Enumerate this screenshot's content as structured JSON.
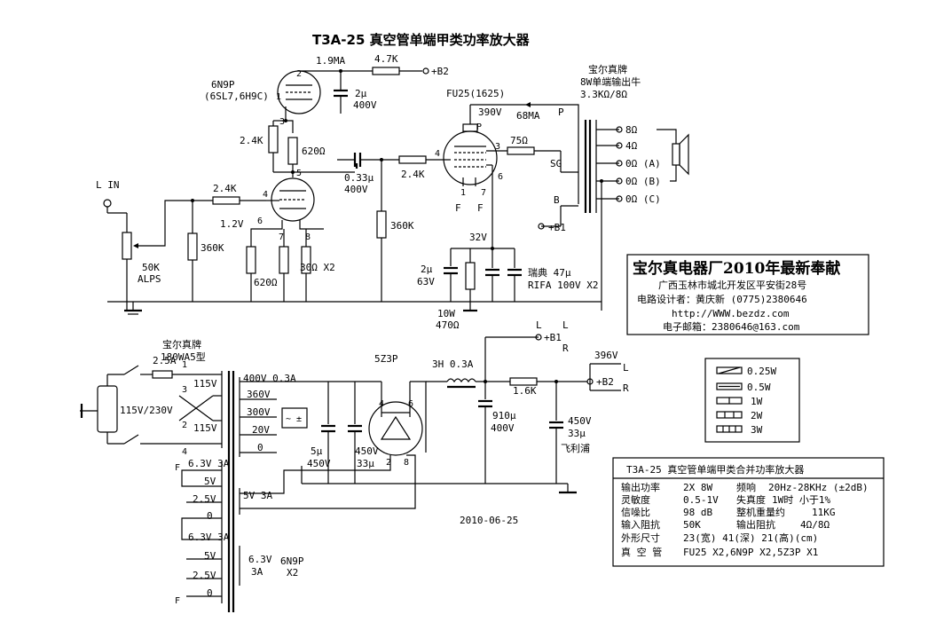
{
  "title": "T3A-25 真空管单端甲类功率放大器",
  "input": {
    "label": "L IN",
    "pot": "50K",
    "pot_type": "ALPS",
    "series_r": "2.4K",
    "shunt_r": "360K"
  },
  "driver": {
    "tube": "6N9P",
    "equiv": "(6SL7,6H9C)",
    "plate_current": "1.9MA",
    "plate_r": "4.7K",
    "b2": "+B2",
    "decouple_cap": "2μ",
    "decouple_v": "400V",
    "r_24k": "2.4K",
    "r_620": "620Ω",
    "r_620b": "620Ω",
    "bias": "1.2V",
    "cath_r": "30Ω X2",
    "pins": {
      "p2": "2",
      "p1": "1",
      "p3": "3",
      "p5": "5",
      "p4": "4",
      "p6": "6",
      "p7": "7",
      "p8": "8"
    }
  },
  "coupling": {
    "cap": "0.33μ",
    "cap_v": "400V",
    "grid_stop": "2.4K",
    "grid_leak": "360K"
  },
  "output_tube": {
    "tube": "FU25(1625)",
    "plate_v": "390V",
    "plate_i": "68MA",
    "sg_r": "75Ω",
    "cath_v": "32V",
    "pins": {
      "p4": "4",
      "p3": "3",
      "p6": "6",
      "p1": "1",
      "p7": "7",
      "pP": "P",
      "pF1": "F",
      "pF2": "F"
    },
    "cath_cap": "2μ",
    "cath_cap_v": "63V",
    "cath_r": "10W",
    "cath_r_val": "470Ω",
    "cath_caps": "瑞典 47μ",
    "cath_caps_type": "RIFA 100V X2"
  },
  "output_transformer": {
    "brand": "宝尔真牌",
    "desc": "8W单端输出牛",
    "ratio": "3.3KΩ/8Ω",
    "p": "P",
    "sg": "SG",
    "b": "B",
    "b1": "+B1",
    "taps": [
      "8Ω",
      "4Ω",
      "0Ω (A)",
      "0Ω (B)",
      "0Ω (C)"
    ]
  },
  "company": {
    "name": "宝尔真电器厂2010年最新奉献",
    "address": "广西玉林市城北开发区平安街28号",
    "designer": "电路设计者：黄庆新   (0775)2380646",
    "web": "http://WWW.bezdz.com",
    "email": "电子邮箱：2380646@163.com"
  },
  "power": {
    "fuse": "2.5A",
    "mains": "115V/230V",
    "pt_brand": "宝尔真牌",
    "pt_type": "180WA5型",
    "prim": [
      "115V",
      "115V"
    ],
    "prim_pins": [
      "1",
      "3",
      "2",
      "4"
    ],
    "sec_hv": [
      "400V 0.3A",
      "360V",
      "300V",
      "20V",
      "0"
    ],
    "fil": [
      "6.3V 3A",
      "5V",
      "2.5V",
      "0",
      "6.3V 3A",
      "5V",
      "2.5V",
      "0"
    ],
    "fil_labels": [
      "F",
      "F"
    ],
    "rect_fil": "5V  3A",
    "tube_fil": "6.3V",
    "tube_fil_a": "3A",
    "tube_fil_t": "6N9P",
    "tube_fil_n": "X2",
    "rectifier": "5Z3P",
    "rect_pins": [
      "4",
      "6",
      "2",
      "8"
    ],
    "cap1": "5μ",
    "cap1_v": "450V",
    "cap2": "450V",
    "cap2_c": "33μ",
    "choke": "3H 0.3A",
    "filter_cap": "910μ",
    "filter_cap_v": "400V",
    "drop_r": "1.6K",
    "b2_v": "396V",
    "b2": "+B2",
    "b1": "+B1",
    "cap3": "450V",
    "cap3_c": "33μ",
    "cap3_brand": "飞利浦",
    "lr": [
      "L",
      "R",
      "L",
      "R"
    ],
    "date": "2010-06-25"
  },
  "legend": {
    "items": [
      "0.25W",
      "0.5W",
      "1W",
      "2W",
      "3W"
    ]
  },
  "specs": {
    "title": "T3A-25 真空管单端甲类合并功率放大器",
    "rows": [
      [
        "输出功率",
        "2X 8W",
        "频响",
        "20Hz-28KHz (±2dB)"
      ],
      [
        "灵敏度",
        "0.5-1V",
        "失真度",
        "1W时 小于1%"
      ],
      [
        "信噪比",
        "98 dB",
        "整机重量约",
        "11KG"
      ],
      [
        "输入阻抗",
        "50K",
        "输出阻抗",
        "4Ω/8Ω"
      ],
      [
        "外形尺寸",
        "23(宽) 41(深) 21(高)(cm)",
        "",
        ""
      ],
      [
        "真 空 管",
        "FU25 X2,6N9P X2,5Z3P X1",
        "",
        ""
      ]
    ]
  }
}
